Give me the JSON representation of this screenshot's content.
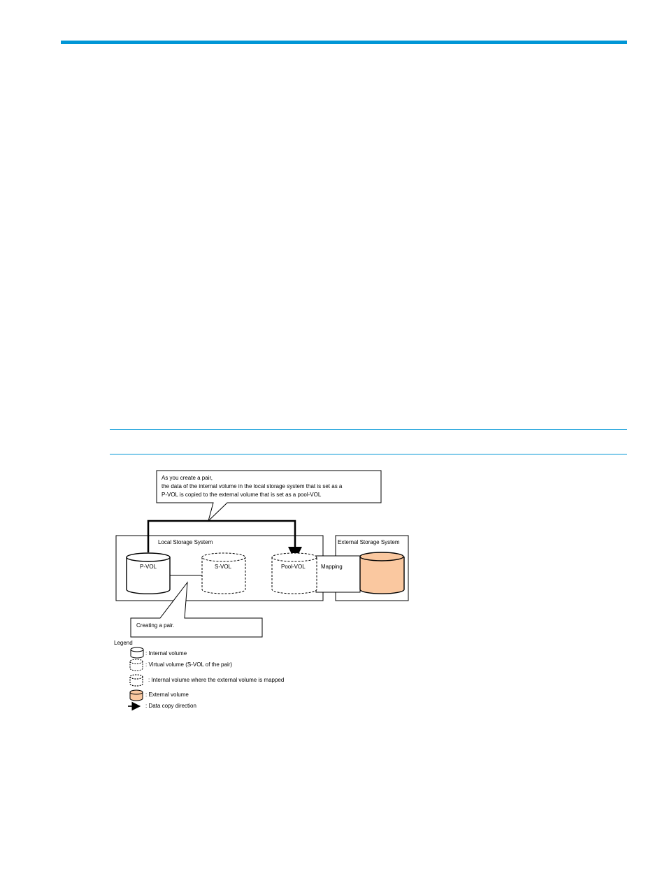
{
  "colors": {
    "accent": "#0096d6",
    "external_fill": "#fac8a0"
  },
  "callout_top": {
    "line1": "As you create a pair,",
    "line2": "the data of the internal volume in the local storage system that is set as a",
    "line3": "P-VOL is copied to the external volume that is set as a pool-VOL"
  },
  "local_system": {
    "label": "Local Storage System"
  },
  "external_system": {
    "label": "External Storage System"
  },
  "volumes": {
    "pvol": "P-VOL",
    "svol": "S-VOL",
    "poolvol": "Pool-VOL"
  },
  "mapping_label": "Mapping",
  "callout_bottom": {
    "text": "Creating a pair."
  },
  "legend": {
    "title": "Legend",
    "items": [
      {
        "icon": "internal-volume-icon",
        "text": ": Internal volume"
      },
      {
        "icon": "virtual-volume-icon",
        "text": ": Virtual volume (S-VOL of the pair)"
      },
      {
        "icon": "mapped-internal-volume-icon",
        "text": ": Internal volume where the external volume is mapped"
      },
      {
        "icon": "external-volume-icon",
        "text": ": External volume"
      },
      {
        "icon": "arrow-icon",
        "text": ": Data copy direction"
      }
    ]
  }
}
